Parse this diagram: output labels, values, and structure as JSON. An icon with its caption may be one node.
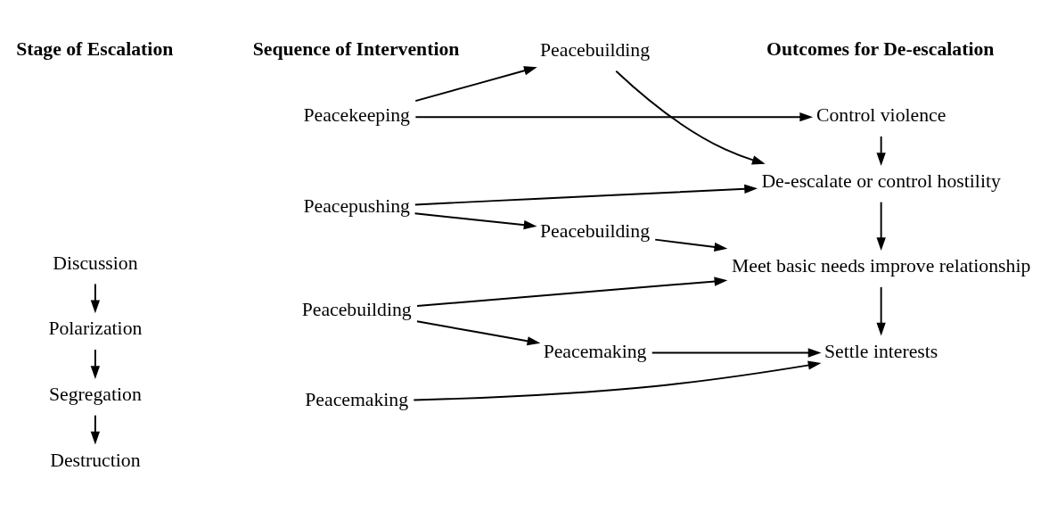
{
  "diagram": {
    "nodes": [
      {
        "text": [
          "Destruction"
        ]
      },
      {
        "text": [
          "Segregation"
        ]
      },
      {
        "text": [
          "Polarization"
        ]
      },
      {
        "text": [
          "Discussion"
        ]
      },
      {
        "text": [
          "Peacekeeping"
        ]
      },
      {
        "text": [
          "Peacepushing"
        ]
      },
      {
        "text": [
          "Peacebuilding"
        ]
      },
      {
        "text": [
          "Peacemaking"
        ]
      },
      {
        "text": [
          "Peacebuilding"
        ]
      },
      {
        "text": [
          "Peacebuilding"
        ]
      },
      {
        "text": [
          "Peacemaking"
        ]
      },
      {
        "text": [
          "Control violence"
        ]
      },
      {
        "text": [
          "De-escalate or control hostility"
        ]
      },
      {
        "text": [
          "Meet basic needs improve relationship"
        ]
      },
      {
        "text": [
          "Settle interests"
        ]
      }
    ],
    "edges": [
      {
        "from": 3,
        "to": 2,
        "arrow": "to"
      },
      {
        "from": 2,
        "to": 1,
        "arrow": "to"
      },
      {
        "from": 1,
        "to": 0,
        "arrow": "to"
      },
      {
        "from": 4,
        "to": 11,
        "arrow": "to"
      },
      {
        "from": 4,
        "to": 8,
        "arrow": "to"
      },
      {
        "from": 8,
        "to": 12,
        "arrow": "to"
      },
      {
        "from": 5,
        "to": 12,
        "arrow": "to"
      },
      {
        "from": 5,
        "to": 9,
        "arrow": "to"
      },
      {
        "from": 9,
        "to": 13,
        "arrow": "to"
      },
      {
        "from": 6,
        "to": 13,
        "arrow": "to"
      },
      {
        "from": 6,
        "to": 10,
        "arrow": "to"
      },
      {
        "from": 10,
        "to": 14,
        "arrow": "to"
      },
      {
        "from": 7,
        "to": 14,
        "arrow": "to"
      },
      {
        "from": 11,
        "to": 12,
        "arrow": "to"
      },
      {
        "from": 12,
        "to": 13,
        "arrow": "to"
      },
      {
        "from": 13,
        "to": 14,
        "arrow": "to"
      }
    ],
    "labels": [
      "Stage of Escalation",
      "Sequence of Intervention",
      "Outcomes for De-escalation"
    ]
  }
}
